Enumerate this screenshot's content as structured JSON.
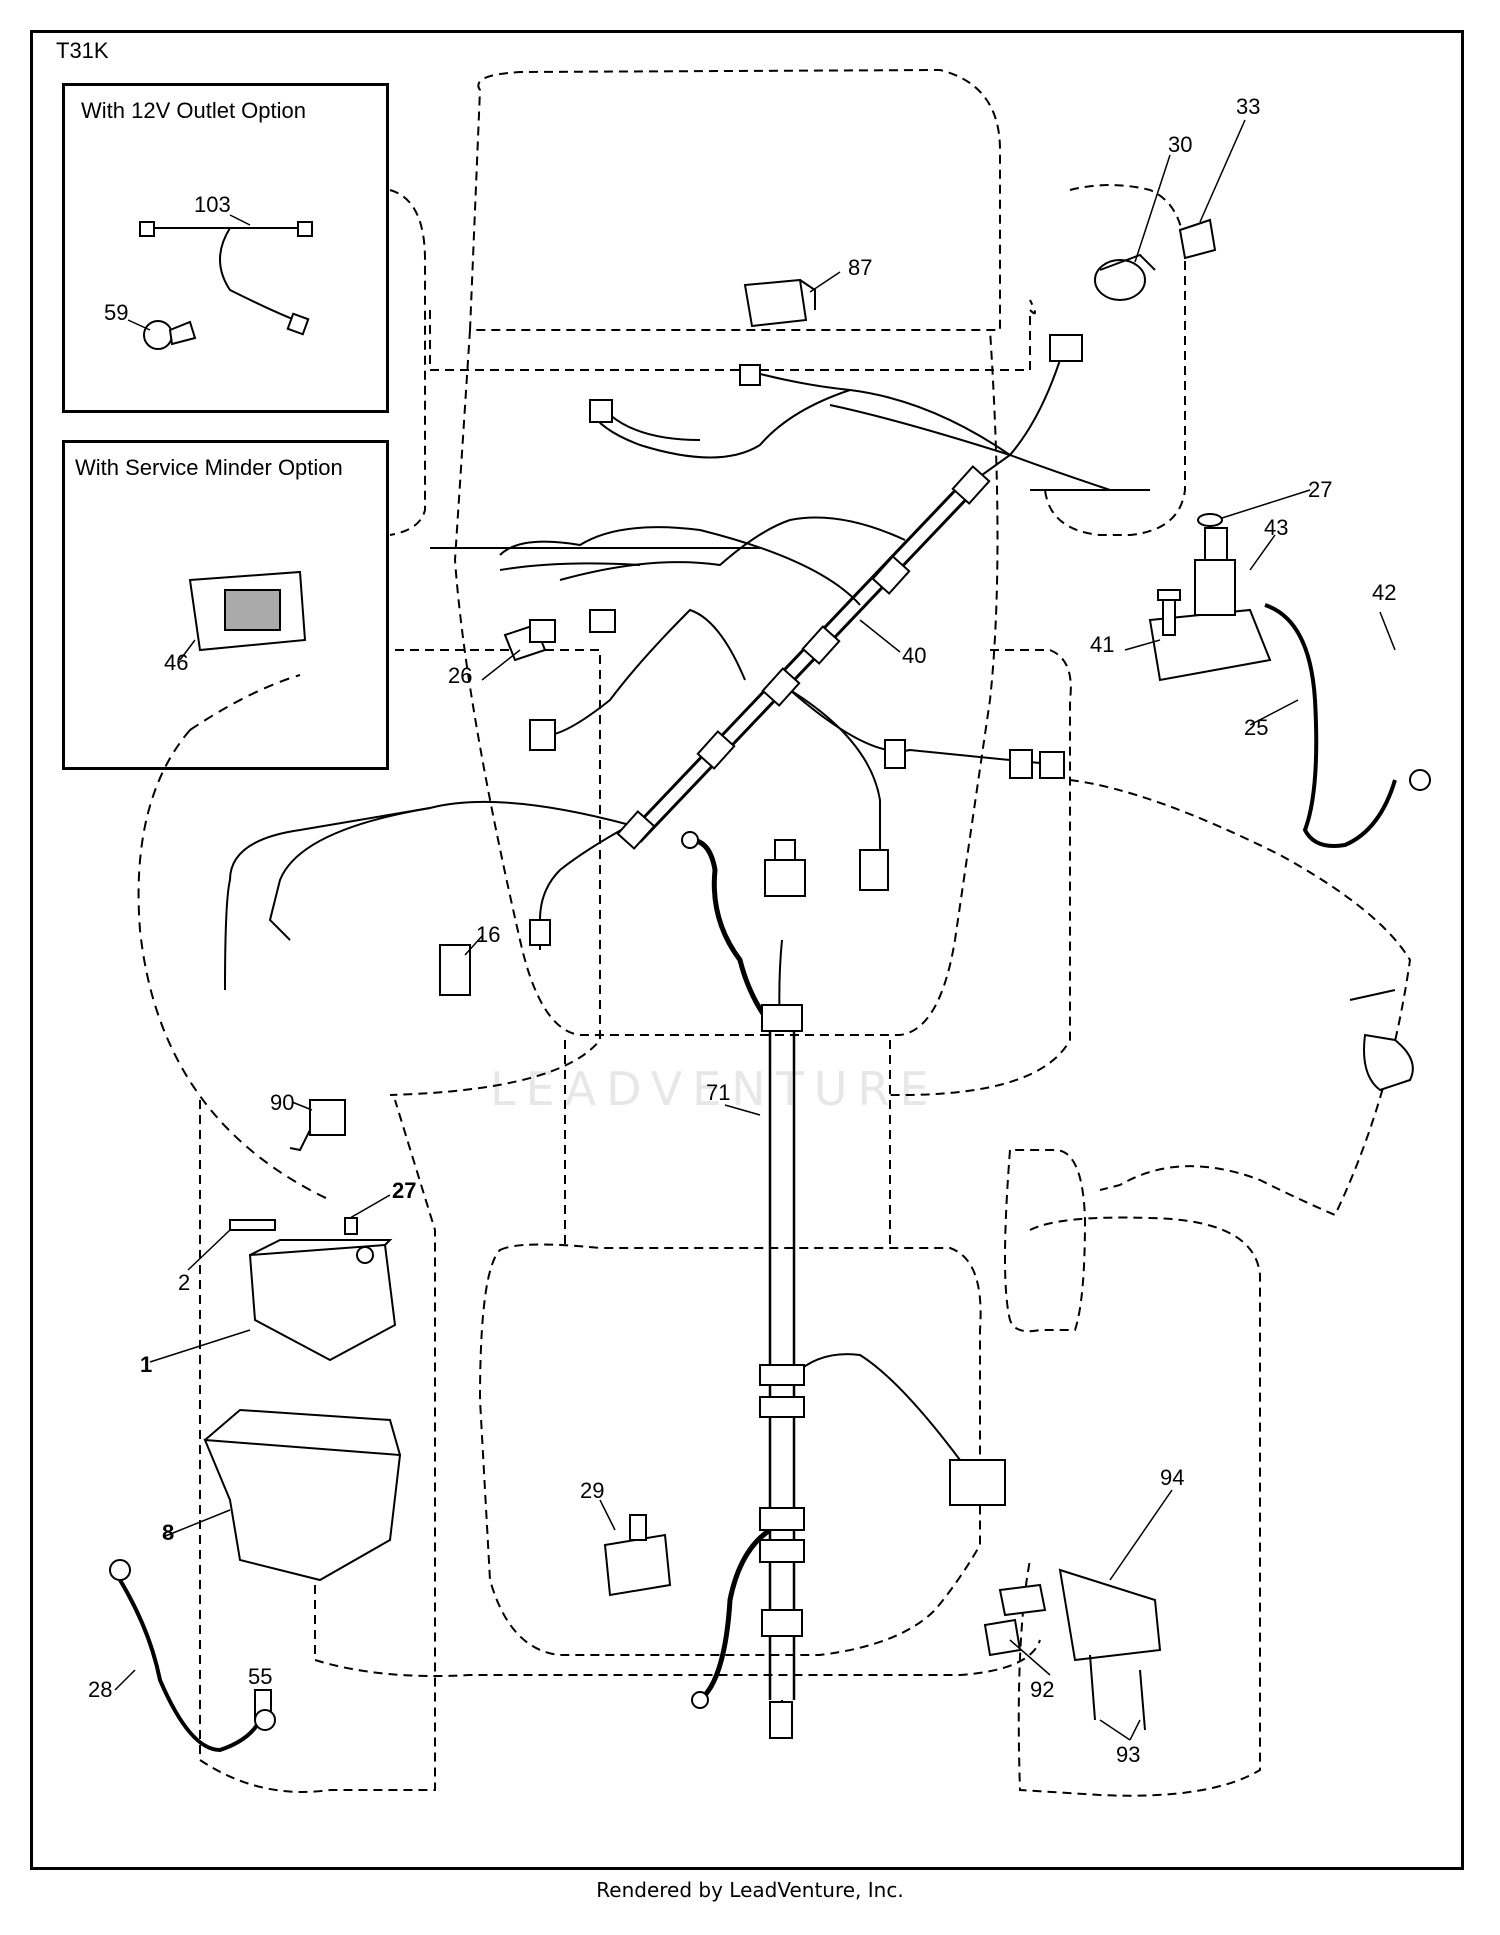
{
  "diagram_id": "T31K",
  "watermark": "LEADVENTURE",
  "footer": "Rendered by LeadVenture, Inc.",
  "option_boxes": [
    {
      "title": "With 12V Outlet Option"
    },
    {
      "title": "With Service Minder Option"
    }
  ],
  "callouts": [
    {
      "label": "103"
    },
    {
      "label": "59"
    },
    {
      "label": "46"
    },
    {
      "label": "87"
    },
    {
      "label": "30"
    },
    {
      "label": "33"
    },
    {
      "label": "27"
    },
    {
      "label": "43"
    },
    {
      "label": "42"
    },
    {
      "label": "41"
    },
    {
      "label": "25"
    },
    {
      "label": "40"
    },
    {
      "label": "26"
    },
    {
      "label": "16"
    },
    {
      "label": "90"
    },
    {
      "label": "27"
    },
    {
      "label": "2"
    },
    {
      "label": "1"
    },
    {
      "label": "8"
    },
    {
      "label": "71"
    },
    {
      "label": "29"
    },
    {
      "label": "94"
    },
    {
      "label": "92"
    },
    {
      "label": "93"
    },
    {
      "label": "28"
    },
    {
      "label": "55"
    }
  ]
}
